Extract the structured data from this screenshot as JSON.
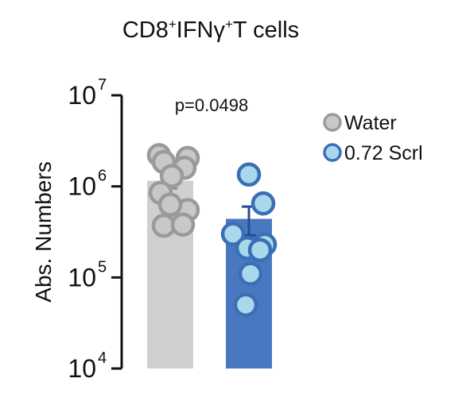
{
  "chart_data": {
    "type": "bar",
    "title_parts": [
      "CD8",
      "+",
      "IFNγ",
      "+",
      "T cells"
    ],
    "ylabel": "Abs. Numbers",
    "yscale": "log",
    "ylim": [
      10000,
      10000000
    ],
    "yticks": [
      {
        "value": 10000,
        "base": "10",
        "exp": "4"
      },
      {
        "value": 100000,
        "base": "10",
        "exp": "5"
      },
      {
        "value": 1000000,
        "base": "10",
        "exp": "6"
      },
      {
        "value": 10000000,
        "base": "10",
        "exp": "7"
      }
    ],
    "annotation": "p=0.0498",
    "series": [
      {
        "name": "Water",
        "mean": 1150000,
        "sem": [
          950000,
          1380000
        ],
        "bar_color": "#cfcfcf",
        "point_fill": "#c8c8c8",
        "point_stroke": "#9a9a9a",
        "points": [
          2200000,
          2050000,
          1850000,
          1600000,
          1300000,
          850000,
          550000,
          370000,
          380000,
          630000
        ]
      },
      {
        "name": "0.72 Scrl",
        "mean": 440000,
        "sem": [
          290000,
          600000
        ],
        "bar_color": "#4a78c0",
        "point_fill": "#a9d7ec",
        "point_stroke": "#3a6fb5",
        "points": [
          1350000,
          650000,
          300000,
          230000,
          210000,
          200000,
          110000,
          50000
        ]
      }
    ],
    "legend_position": "top-right",
    "grid": false
  }
}
